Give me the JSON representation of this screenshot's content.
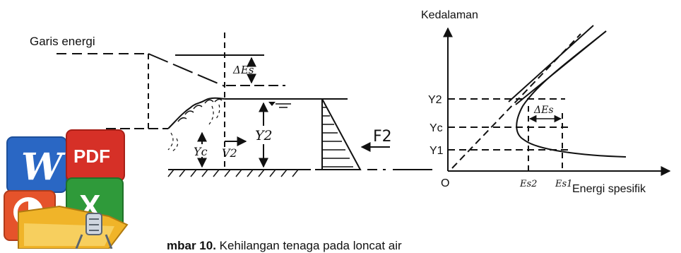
{
  "diagram": {
    "left": {
      "energy_line_label": "Garis energi",
      "delta_es_label": "ΔEs",
      "y2_label": "Y2",
      "yc_label": "Yc",
      "v2_label": "V2",
      "force_label": "F2"
    },
    "right": {
      "y_axis_title": "Kedalaman",
      "x_axis_title": "Energi spesifik",
      "origin_label": "O",
      "y2_tick": "Y2",
      "yc_tick": "Yc",
      "y1_tick": "Y1",
      "delta_es_label": "ΔEs",
      "es2_tick": "Es2",
      "es1_tick": "Es1"
    }
  },
  "caption": {
    "bold_part": "mbar 10.",
    "text_part": " Kehilangan tenaga pada loncat air"
  },
  "app_icon": {
    "word_letter": "W",
    "pdf_text": "PDF",
    "excel_letter": "X",
    "colors": {
      "word": "#2a67c4",
      "pdf": "#d63027",
      "powerpoint": "#e5532b",
      "excel": "#2f9a3a",
      "folder": "#f0b429"
    }
  }
}
